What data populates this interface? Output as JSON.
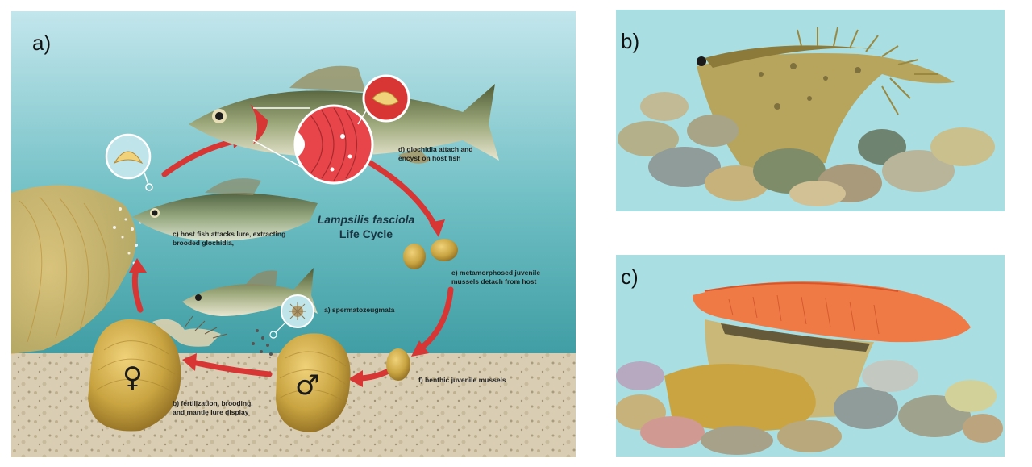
{
  "panels": {
    "a": {
      "letter": "a)",
      "title_species": "Lampsilis fasciola",
      "title_rest": "Life Cycle",
      "labels": {
        "a": "a) spermatozeugmata",
        "b": "b) fertilization, brooding,\nand mantle lure display",
        "c": "c) host fish attacks lure, extracting\nbrooded glochidia,",
        "d": "d) glochidia attach and\nencyst on host fish",
        "e": "e) metamorphosed juvenile\nmussels detach from host",
        "f": "f) benthic juvenile mussels"
      },
      "symbols": {
        "female": "♀",
        "male": "♂"
      }
    },
    "b": {
      "letter": "b)"
    },
    "c": {
      "letter": "c)"
    }
  },
  "colors": {
    "water_top": "#bfe4ea",
    "water_bottom": "#3f9fa5",
    "sediment": "#d8ccb2",
    "arrow": "#d83535",
    "shell": "#c9a441",
    "panel_bg": "#a9dfe3",
    "lure_orange": "#f07a45"
  }
}
